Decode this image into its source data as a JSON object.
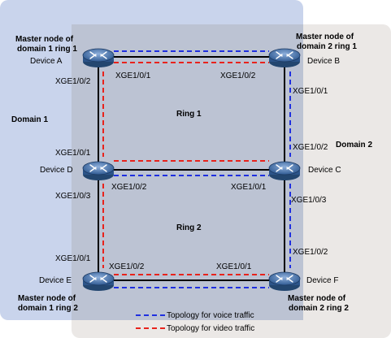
{
  "colors": {
    "domain1_fill": "#c9d4ec",
    "domain2_fill": "#ebe8e6",
    "overlap_fill": "#bcc3d3",
    "link": "#000000",
    "voice": "#1f2fe0",
    "video": "#e8231c",
    "device_body": "#3f6ea8"
  },
  "domains": {
    "domain1": "Domain 1",
    "domain2": "Domain 2"
  },
  "rings": {
    "ring1": "Ring 1",
    "ring2": "Ring 2"
  },
  "devices": {
    "A": {
      "name": "Device A",
      "role_line1": "Master node of",
      "role_line2": "domain 1 ring 1"
    },
    "B": {
      "name": "Device B",
      "role_line1": "Master node of",
      "role_line2": "domain 2 ring 1"
    },
    "C": {
      "name": "Device C"
    },
    "D": {
      "name": "Device D"
    },
    "E": {
      "name": "Device E",
      "role_line1": "Master node of",
      "role_line2": "domain 1 ring 2"
    },
    "F": {
      "name": "Device F",
      "role_line1": "Master node of",
      "role_line2": "domain 2 ring 2"
    }
  },
  "ports": {
    "a_right": "XGE1/0/1",
    "a_down": "XGE1/0/2",
    "b_left": "XGE1/0/2",
    "b_down": "XGE1/0/1",
    "c_up": "XGE1/0/2",
    "c_left": "XGE1/0/1",
    "c_down": "XGE1/0/3",
    "d_up": "XGE1/0/1",
    "d_right": "XGE1/0/2",
    "d_down": "XGE1/0/3",
    "e_up": "XGE1/0/1",
    "e_right": "XGE1/0/2",
    "f_left": "XGE1/0/1",
    "f_up": "XGE1/0/2"
  },
  "legend": {
    "voice": "Topology for voice traffic",
    "video": "Topology for video traffic"
  }
}
